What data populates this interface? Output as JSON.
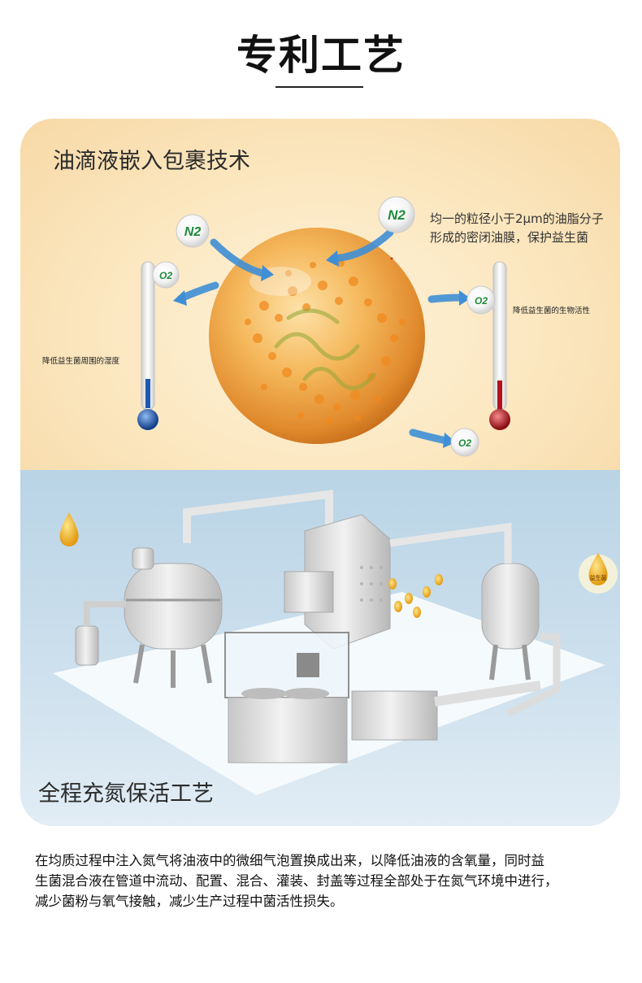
{
  "page": {
    "title": "专利工艺"
  },
  "top_panel": {
    "heading": "油滴液嵌入包裹技术",
    "callout_line1": "均一的粒径小于2μm的油脂分子",
    "callout_line2": "形成的密闭油膜，保护益生菌",
    "left_label": "降低益生菌周围的湿度",
    "right_label": "降低益生菌的生物活性",
    "bubbles": [
      {
        "label": "N2"
      },
      {
        "label": "N2"
      },
      {
        "label": "O2"
      },
      {
        "label": "O2"
      },
      {
        "label": "O2"
      }
    ],
    "colors": {
      "cold": "#1e5bb0",
      "hot": "#b3121c",
      "arrow": "#3f8fd6",
      "sphere": "#f0a646"
    }
  },
  "bottom_panel": {
    "heading": "全程充氮保活工艺",
    "badge_label": "益生菌"
  },
  "description": {
    "line1": "在均质过程中注入氮气将油液中的微细气泡置换成出来，以降低油液的含氧量，同时益",
    "line2": "生菌混合液在管道中流动、配置、混合、灌装、封盖等过程全部处于在氮气环境中进行，",
    "line3": "减少菌粉与氧气接触，减少生产过程中菌活性损失。"
  }
}
